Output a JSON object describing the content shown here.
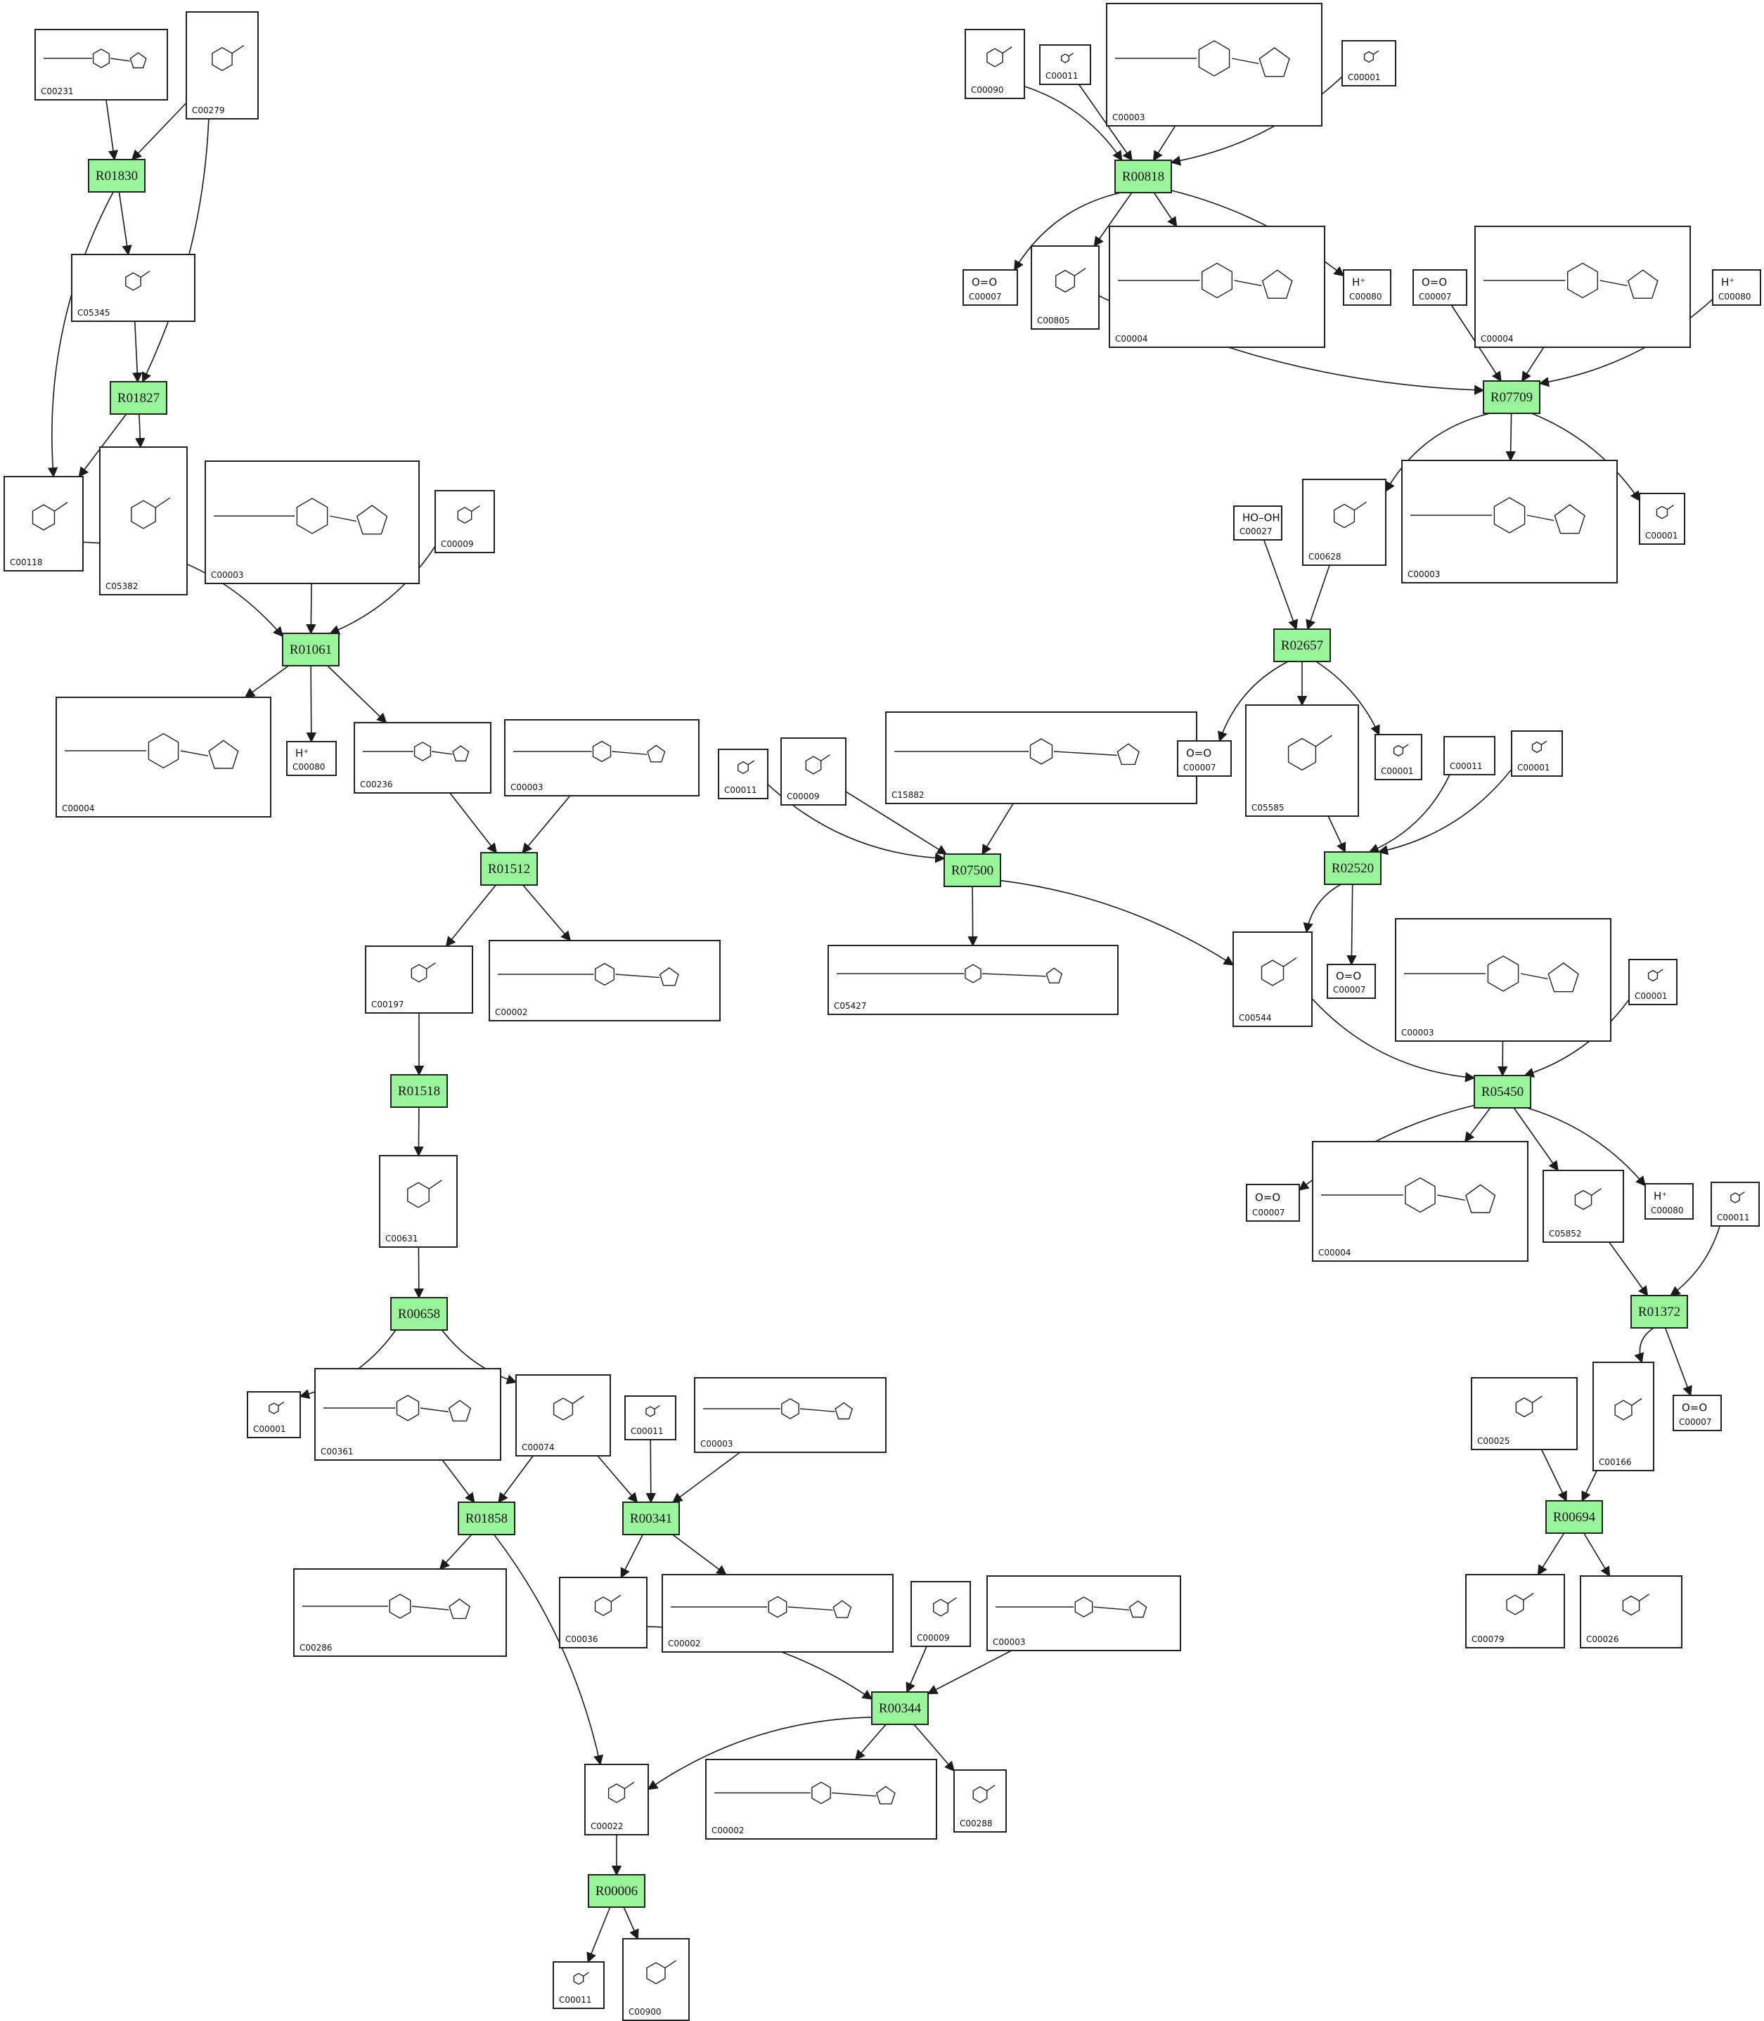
{
  "compounds": [
    {
      "id": "C00231",
      "formula": ""
    },
    {
      "id": "C00279",
      "formula": ""
    },
    {
      "id": "C05345",
      "formula": ""
    },
    {
      "id": "C00118",
      "formula": ""
    },
    {
      "id": "C05382",
      "formula": ""
    },
    {
      "id": "C00003",
      "formula": ""
    },
    {
      "id": "C00009",
      "formula": ""
    },
    {
      "id": "C00004",
      "formula": ""
    },
    {
      "id": "C00080",
      "formula": "H⁺"
    },
    {
      "id": "C00236",
      "formula": ""
    },
    {
      "id": "C00197",
      "formula": ""
    },
    {
      "id": "C00002",
      "formula": ""
    },
    {
      "id": "C00631",
      "formula": ""
    },
    {
      "id": "C00001",
      "formula": ""
    },
    {
      "id": "C00361",
      "formula": ""
    },
    {
      "id": "C00074",
      "formula": ""
    },
    {
      "id": "C00011",
      "formula": ""
    },
    {
      "id": "C00286",
      "formula": ""
    },
    {
      "id": "C00036",
      "formula": ""
    },
    {
      "id": "C00022",
      "formula": ""
    },
    {
      "id": "C00288",
      "formula": ""
    },
    {
      "id": "C00900",
      "formula": ""
    },
    {
      "id": "C00090",
      "formula": ""
    },
    {
      "id": "C00007",
      "formula": "O=O"
    },
    {
      "id": "C00805",
      "formula": ""
    },
    {
      "id": "C00027",
      "formula": "HO–OH"
    },
    {
      "id": "C00628",
      "formula": ""
    },
    {
      "id": "C15882",
      "formula": ""
    },
    {
      "id": "C05427",
      "formula": ""
    },
    {
      "id": "C05585",
      "formula": ""
    },
    {
      "id": "C00544",
      "formula": ""
    },
    {
      "id": "C05852",
      "formula": ""
    },
    {
      "id": "C00025",
      "formula": ""
    },
    {
      "id": "C00166",
      "formula": ""
    },
    {
      "id": "C00079",
      "formula": ""
    },
    {
      "id": "C00026",
      "formula": ""
    }
  ],
  "reactions": [
    {
      "id": "R01830"
    },
    {
      "id": "R01827"
    },
    {
      "id": "R01061"
    },
    {
      "id": "R01512"
    },
    {
      "id": "R01518"
    },
    {
      "id": "R00658"
    },
    {
      "id": "R01858"
    },
    {
      "id": "R00341"
    },
    {
      "id": "R00344"
    },
    {
      "id": "R00006"
    },
    {
      "id": "R00818"
    },
    {
      "id": "R07709"
    },
    {
      "id": "R02657"
    },
    {
      "id": "R07500"
    },
    {
      "id": "R02520"
    },
    {
      "id": "R05450"
    },
    {
      "id": "R01372"
    },
    {
      "id": "R00694"
    }
  ],
  "colors": {
    "reaction_fill": "#98f59a",
    "box_stroke": "#222222",
    "edge": "#1a1a1a"
  }
}
